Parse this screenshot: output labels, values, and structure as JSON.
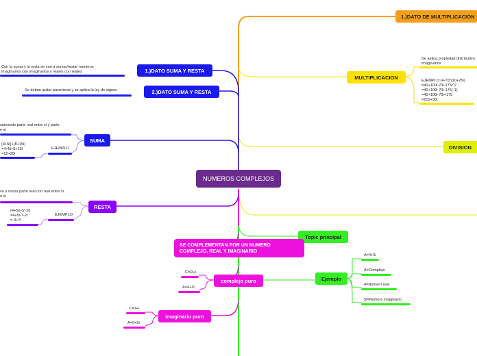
{
  "central": "NUMEROS COMPLEJOS",
  "right": {
    "multiplicacion_title": "1.)DATO DE MULTIPLICACION",
    "multiplicacion": "MULTIPLICACION",
    "mult_note": "Se aplica propiedad distributiva\nimaginarios",
    "mult_example": "EJEMPLO:(4-7i)*(10+25i)\n=40+100i-70i-175i^2\n=40+100i-70i-175(-1)\n=40+100i-70i+175\n=215+30i",
    "division": "DIVISION",
    "topic": "Topic principal"
  },
  "left": {
    "suma_resta_title": "1.)DATO SUMA Y RESTA",
    "suma_resta_note": "Con la suma y la resta se van a sumar/restar numeros\nimaginarios con imaginarios y reales con reales",
    "dato2_title": "2.)DATO SUMA Y RESTA",
    "dato2_note": "Se deben quitar parentesis y se aplica la ley de signos",
    "suma": "SUMA",
    "suma_note": "sumando parte real entre si y parte\ne si",
    "suma_example_label": "EJEMPLO",
    "suma_example": "(4+5i)+(8+15i)\n=4+5i+8+15i\n=12+20i",
    "resta": "RESTA",
    "resta_note": "va a restar parte real con real entre si\ne si",
    "resta_example_label": "EJEMPLO",
    "resta_example": "(4+5i)-(7-2i)\n=4+5i-7-2i\n=-3+7i"
  },
  "bottom": {
    "complementan": "SE COMPLEMENTAN POR UN NUMERO\nCOMPLEJO, REAL Y IMAGINARIO",
    "complejo_puro": "complejo puro",
    "cp_1": "C=R+i",
    "cp_2": "A=4+3i",
    "imaginario_puro": "imaginario puro",
    "ip_1": "C=0+i",
    "ip_2": "A=0+5i",
    "ejemplo": "Ejemplo",
    "ej_items": [
      "A=4+5i",
      "A=Complejo",
      "4=Numero real",
      "5i=Numero imaginario"
    ]
  },
  "colors": {
    "orange": "#f5a01a",
    "yellow": "#ffe100",
    "lime": "#d7f000",
    "blue": "#1a1aee",
    "purple": "#8b00ff",
    "magenta": "#ee11dd",
    "green": "#33ee22",
    "central": "#6b2b8c"
  }
}
